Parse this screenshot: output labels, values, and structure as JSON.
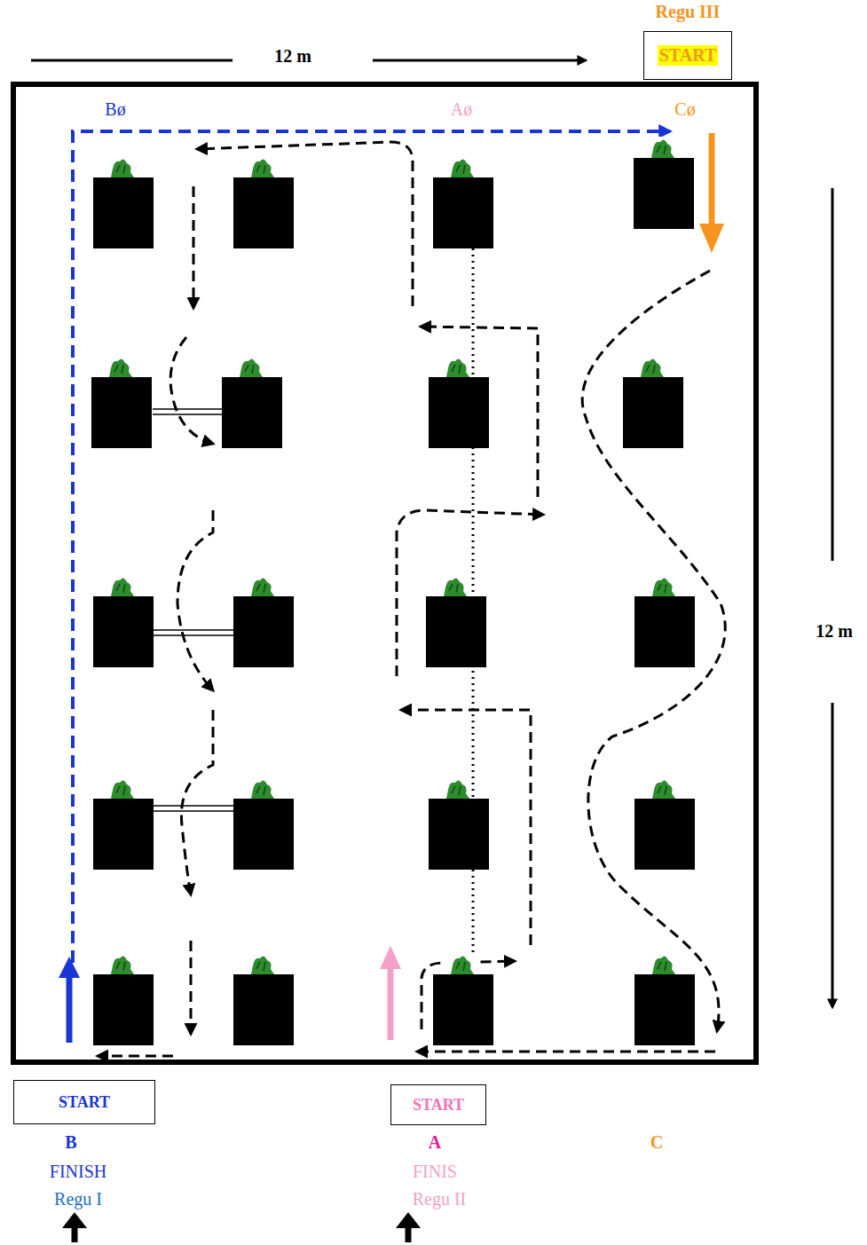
{
  "diagram": {
    "nodes": [
      {
        "text": [
          "Regu III",
          "START"
        ]
      },
      {
        "text": [
          "START"
        ]
      },
      {
        "text": [
          "START"
        ]
      }
    ],
    "edges": [],
    "labels": [
      "12 m",
      "Bø",
      "Aø",
      "Cø",
      "12 m",
      "B",
      "FINISH",
      "Regu I",
      "A",
      "FINIS",
      "Regu II",
      "C"
    ]
  }
}
